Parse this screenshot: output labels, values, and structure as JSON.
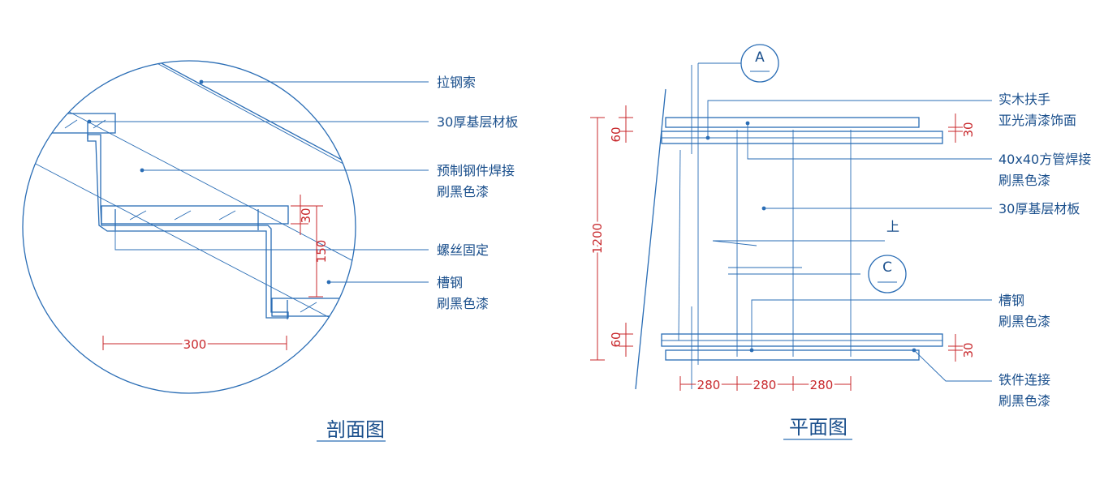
{
  "section_view": {
    "title": "剖面图",
    "labels": {
      "cable": "拉钢索",
      "board": "30厚基层材板",
      "steel_part_1": "预制钢件焊接",
      "steel_part_2": "刷黑色漆",
      "screw": "螺丝固定",
      "channel_1": "槽钢",
      "channel_2": "刷黑色漆"
    },
    "dims": {
      "d30": "30",
      "d150": "150",
      "d300": "300"
    }
  },
  "plan_view": {
    "title": "平面图",
    "labels": {
      "handrail_1": "实木扶手",
      "handrail_2": "亚光清漆饰面",
      "tube_1": "40x40方管焊接",
      "tube_2": "刷黑色漆",
      "board": "30厚基层材板",
      "channel_1": "槽钢",
      "channel_2": "刷黑色漆",
      "iron_1": "铁件连接",
      "iron_2": "刷黑色漆",
      "up_arrow": "上"
    },
    "bubbles": {
      "top": "A",
      "middle": "C"
    },
    "dims": {
      "d1200": "1200",
      "d60_top": "60",
      "d60_bottom": "60",
      "d30_top": "30",
      "d30_bottom": "30",
      "d280_a": "280",
      "d280_b": "280",
      "d280_c": "280"
    }
  },
  "colors": {
    "line": "#2a6db5",
    "text": "#1a4f8c",
    "dimension": "#c8282c"
  }
}
